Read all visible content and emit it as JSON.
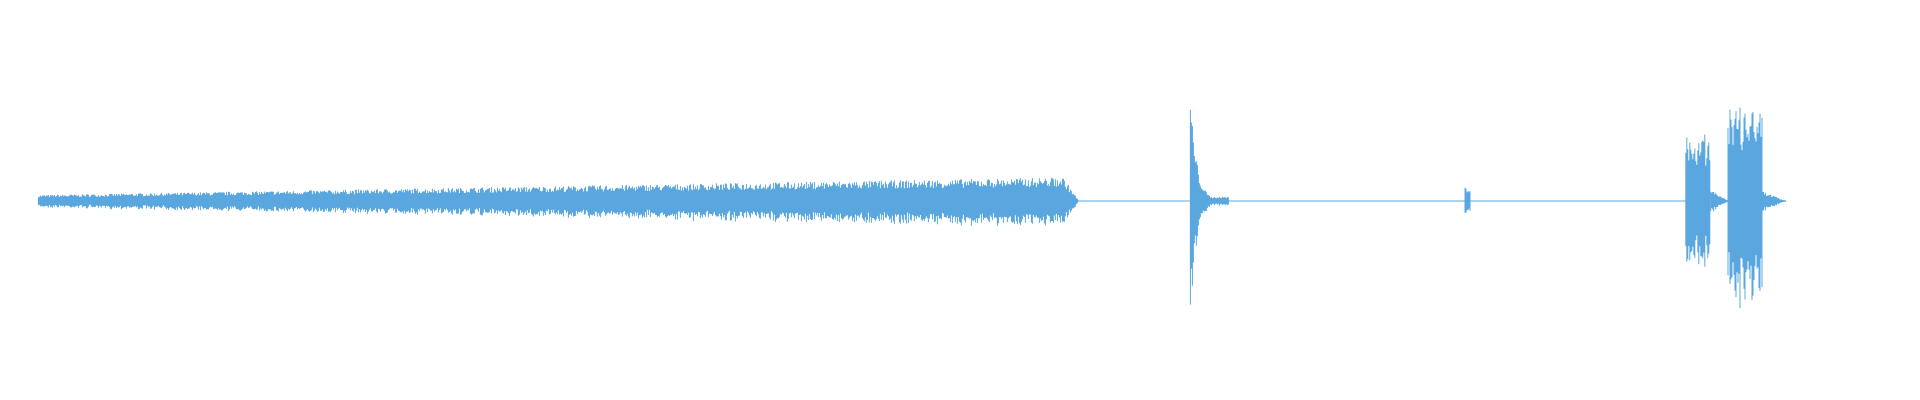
{
  "waveform": {
    "color": "#5aa7df",
    "background": "#ffffff",
    "segments": [
      {
        "kind": "sustained-tone",
        "start": 0.02,
        "end": 0.562,
        "peak_amplitude": 0.12,
        "envelope": "rising"
      },
      {
        "kind": "silence",
        "start": 0.562,
        "end": 0.62,
        "peak_amplitude": 0.0
      },
      {
        "kind": "click",
        "start": 0.62,
        "end": 0.64,
        "peak_amplitude": 0.55,
        "envelope": "decaying"
      },
      {
        "kind": "silence",
        "start": 0.64,
        "end": 0.763,
        "peak_amplitude": 0.0
      },
      {
        "kind": "tick",
        "start": 0.763,
        "end": 0.766,
        "peak_amplitude": 0.07
      },
      {
        "kind": "silence",
        "start": 0.766,
        "end": 0.878,
        "peak_amplitude": 0.0
      },
      {
        "kind": "burst",
        "start": 0.878,
        "end": 0.891,
        "peak_amplitude": 0.38
      },
      {
        "kind": "burst-tail",
        "start": 0.891,
        "end": 0.9,
        "peak_amplitude": 0.06
      },
      {
        "kind": "burst",
        "start": 0.9,
        "end": 0.918,
        "peak_amplitude": 0.5
      },
      {
        "kind": "burst-tail",
        "start": 0.918,
        "end": 0.93,
        "peak_amplitude": 0.05
      }
    ]
  }
}
